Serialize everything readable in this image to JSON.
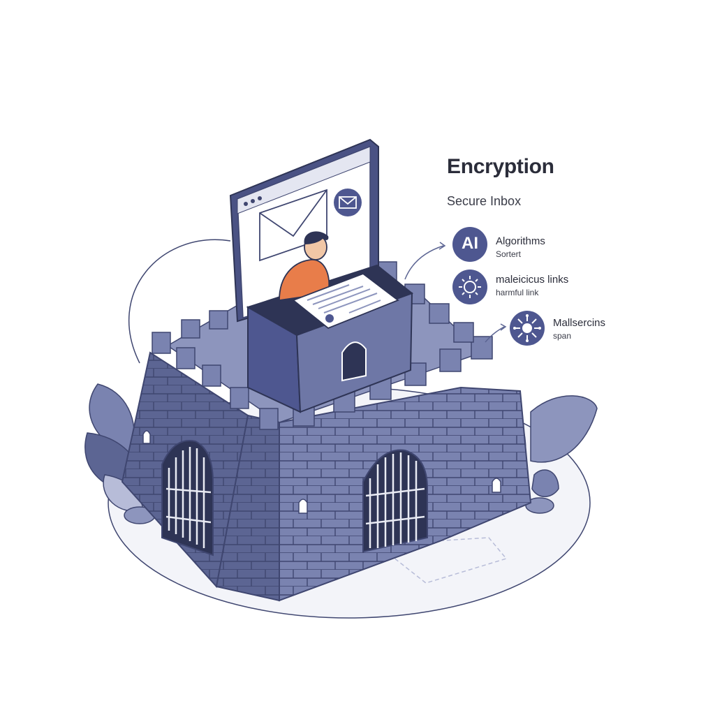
{
  "heading": {
    "title": "Encryption",
    "subtitle": "Secure Inbox"
  },
  "features": [
    {
      "icon": "ai-badge-icon",
      "badge_text": "AI",
      "title": "Algorithms",
      "subtitle": "Sortert"
    },
    {
      "icon": "virus-sun-icon",
      "title": "maleicicus links",
      "subtitle": "harmful link"
    },
    {
      "icon": "malware-bug-icon",
      "title": "Mallsercins",
      "subtitle": "span"
    }
  ],
  "colors": {
    "fortress_dark": "#3f4670",
    "fortress_mid": "#5c6593",
    "fortress_light": "#8d95bd",
    "fortress_pale": "#b7bcd8",
    "accent_orange": "#e87d4a",
    "icon_circle": "#4e5790",
    "text_dark": "#2b2d3a"
  }
}
